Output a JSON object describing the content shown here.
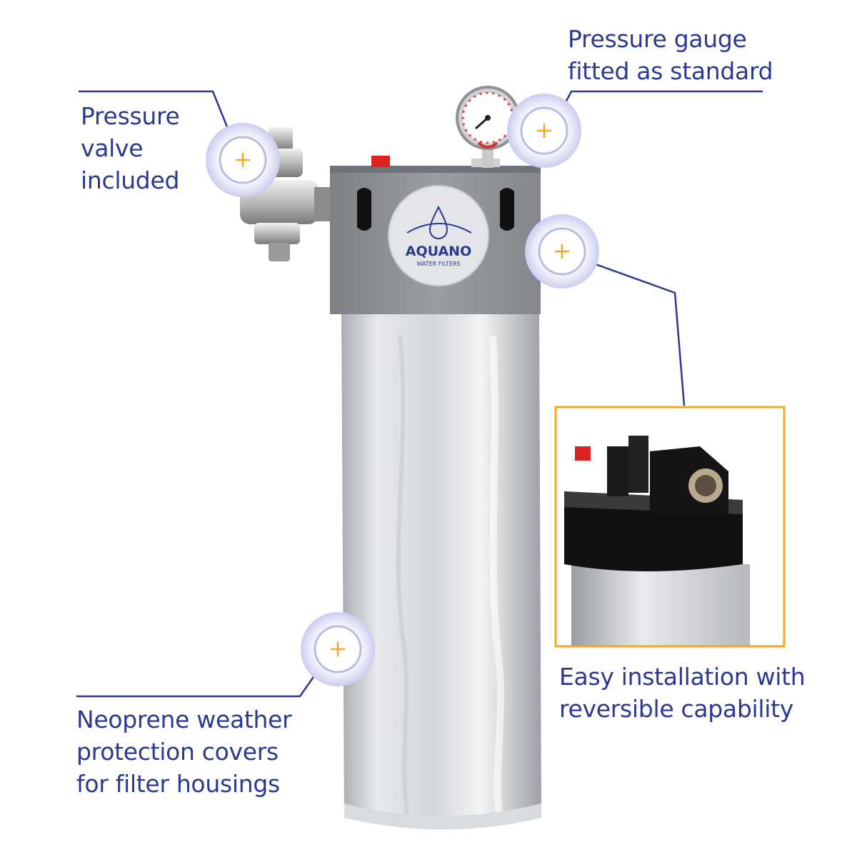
{
  "callouts": {
    "pressure_valve": "Pressure\nvalve\nincluded",
    "pressure_gauge": "Pressure gauge\nfitted as standard",
    "easy_installation": "Easy installation with\nreversible capability",
    "neoprene_cover": "Neoprene weather\nprotection covers\nfor filter housings"
  },
  "logo": {
    "brand": "AQUANO",
    "tagline": "WATER FILTERS"
  },
  "colors": {
    "text": "#2b3990",
    "line": "#2b3990",
    "hotspot_ring": "#b9bde6",
    "hotspot_plus": "#f5a623",
    "inset_border": "#f5a623"
  }
}
